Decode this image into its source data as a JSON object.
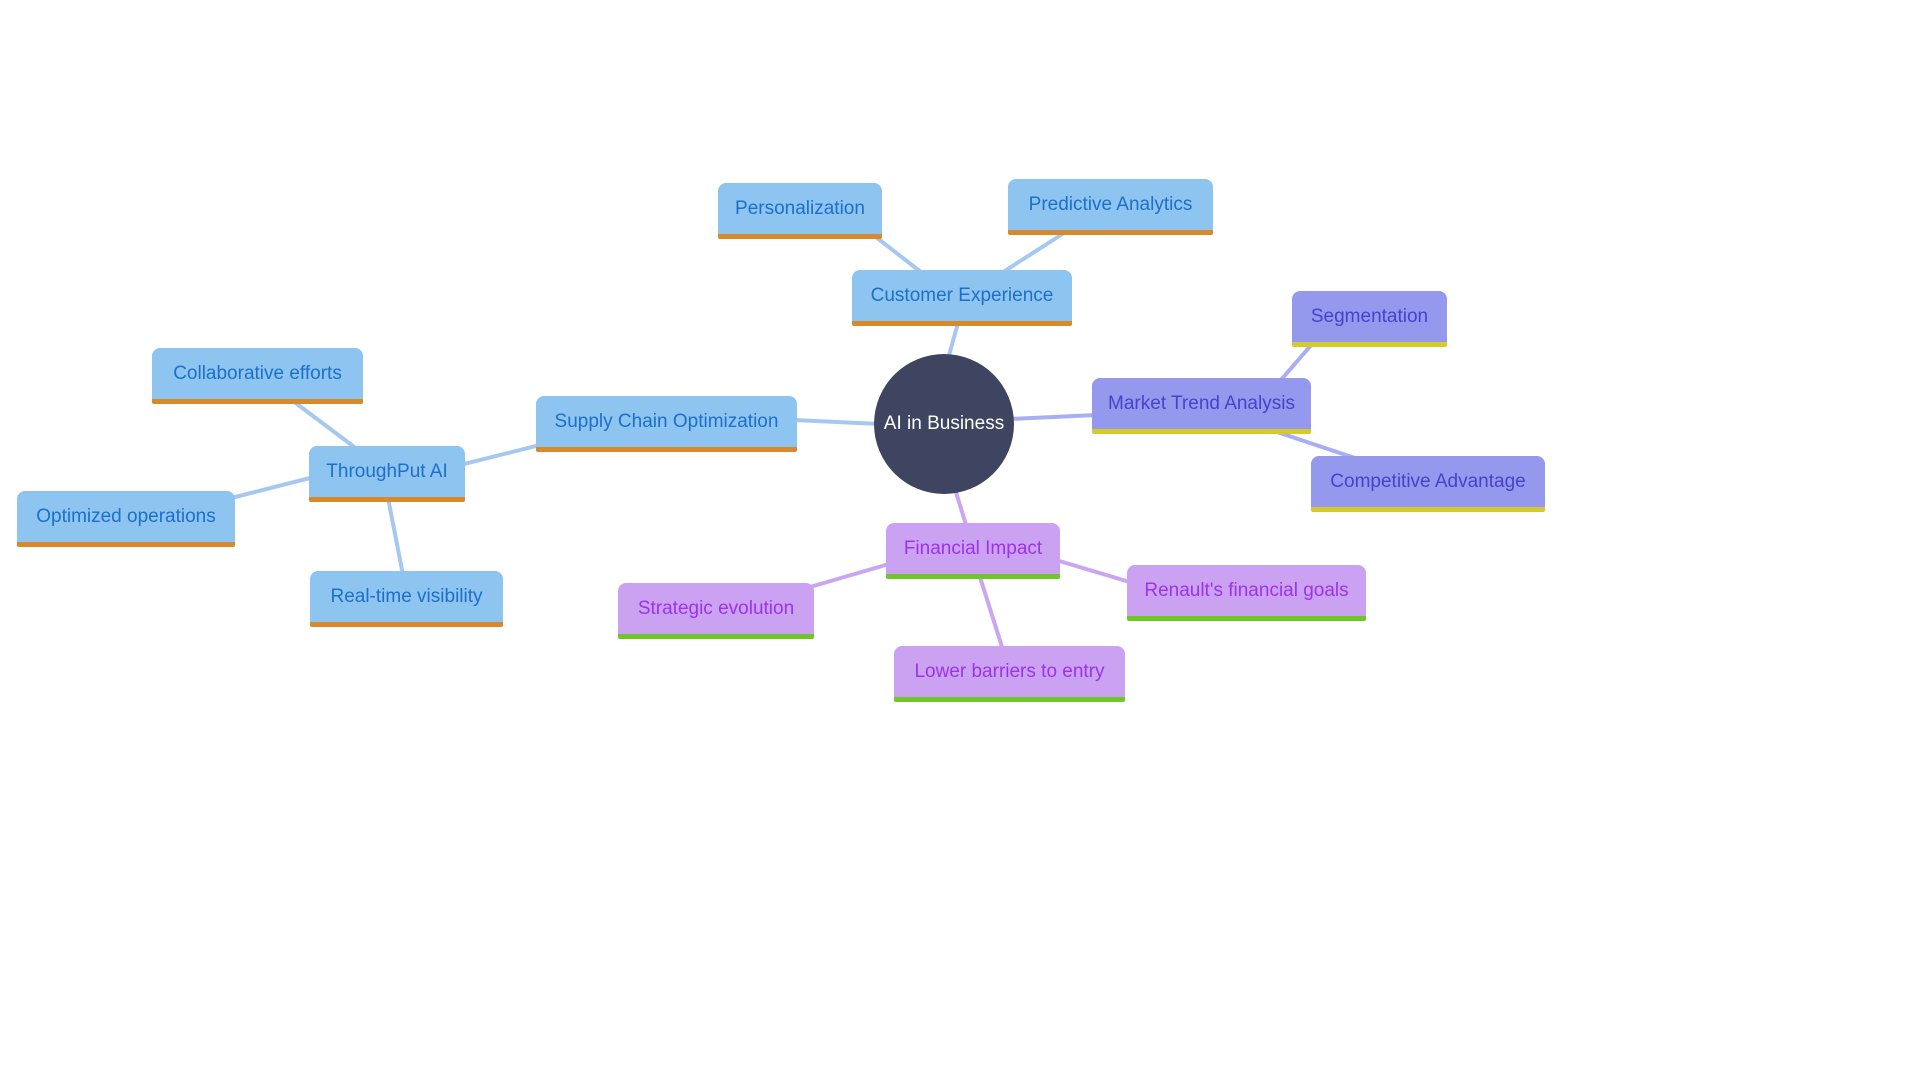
{
  "page": {
    "background": "#ffffff",
    "kind": "mindmap-diagram"
  },
  "diagram": {
    "type": "mindmap",
    "root": {
      "id": "root",
      "label": "AI in Business"
    },
    "branches": [
      {
        "id": "customer_experience",
        "label": "Customer Experience",
        "theme": "blue",
        "children": [
          {
            "id": "personalization",
            "label": "Personalization"
          },
          {
            "id": "predictive_analytics",
            "label": "Predictive Analytics"
          }
        ]
      },
      {
        "id": "market_trend_analysis",
        "label": "Market Trend Analysis",
        "theme": "periwinkle",
        "children": [
          {
            "id": "segmentation",
            "label": "Segmentation"
          },
          {
            "id": "competitive_advantage",
            "label": "Competitive Advantage"
          }
        ]
      },
      {
        "id": "financial_impact",
        "label": "Financial Impact",
        "theme": "purple",
        "children": [
          {
            "id": "strategic_evolution",
            "label": "Strategic evolution"
          },
          {
            "id": "renaults_financial_goals",
            "label": "Renault's financial goals"
          },
          {
            "id": "lower_barriers_to_entry",
            "label": "Lower barriers to entry"
          }
        ]
      },
      {
        "id": "supply_chain_optimization",
        "label": "Supply Chain Optimization",
        "theme": "blue",
        "children": [
          {
            "id": "throughput_ai",
            "label": "ThroughPut AI",
            "children": [
              {
                "id": "collaborative_efforts",
                "label": "Collaborative efforts"
              },
              {
                "id": "optimized_operations",
                "label": "Optimized operations"
              },
              {
                "id": "real_time_visibility",
                "label": "Real-time visibility"
              }
            ]
          }
        ]
      }
    ],
    "edges": [
      {
        "from": "customer_experience",
        "to": "personalization"
      },
      {
        "from": "customer_experience",
        "to": "predictive_analytics"
      },
      {
        "from": "root",
        "to": "customer_experience"
      },
      {
        "from": "root",
        "to": "market_trend_analysis"
      },
      {
        "from": "root",
        "to": "financial_impact"
      },
      {
        "from": "root",
        "to": "supply_chain_optimization"
      },
      {
        "from": "market_trend_analysis",
        "to": "segmentation"
      },
      {
        "from": "market_trend_analysis",
        "to": "competitive_advantage"
      },
      {
        "from": "financial_impact",
        "to": "strategic_evolution"
      },
      {
        "from": "financial_impact",
        "to": "renaults_financial_goals"
      },
      {
        "from": "financial_impact",
        "to": "lower_barriers_to_entry"
      },
      {
        "from": "supply_chain_optimization",
        "to": "throughput_ai"
      },
      {
        "from": "throughput_ai",
        "to": "collaborative_efforts"
      },
      {
        "from": "throughput_ai",
        "to": "optimized_operations"
      },
      {
        "from": "throughput_ai",
        "to": "real_time_visibility"
      }
    ]
  },
  "nodes": {
    "root": {
      "label": "AI in Business"
    },
    "personalization": {
      "label": "Personalization"
    },
    "predictive_analytics": {
      "label": "Predictive Analytics"
    },
    "customer_experience": {
      "label": "Customer Experience"
    },
    "segmentation": {
      "label": "Segmentation"
    },
    "market_trend_analysis": {
      "label": "Market Trend Analysis"
    },
    "competitive_advantage": {
      "label": "Competitive Advantage"
    },
    "financial_impact": {
      "label": "Financial Impact"
    },
    "strategic_evolution": {
      "label": "Strategic evolution"
    },
    "renaults_financial_goals": {
      "label": "Renault's financial goals"
    },
    "lower_barriers_to_entry": {
      "label": "Lower barriers to entry"
    },
    "supply_chain_optimization": {
      "label": "Supply Chain Optimization"
    },
    "throughput_ai": {
      "label": "ThroughPut AI"
    },
    "collaborative_efforts": {
      "label": "Collaborative efforts"
    },
    "optimized_operations": {
      "label": "Optimized operations"
    },
    "real_time_visibility": {
      "label": "Real-time visibility"
    }
  },
  "colors": {
    "background": "#ffffff",
    "center_fill": "#3f4461",
    "center_text": "#ffffff",
    "blue_fill": "#8dc4f0",
    "blue_text": "#1d70c9",
    "blue_underline": "#d7892c",
    "blue_edge": "#a6c8f0",
    "periwinkle_fill": "#9499ee",
    "periwinkle_text": "#4a41cb",
    "periwinkle_underline": "#d6ca2b",
    "periwinkle_edge": "#a9aef3",
    "purple_fill": "#cba2f2",
    "purple_text": "#9c33e8",
    "purple_underline": "#6ec629",
    "purple_edge": "#caa5f1"
  }
}
